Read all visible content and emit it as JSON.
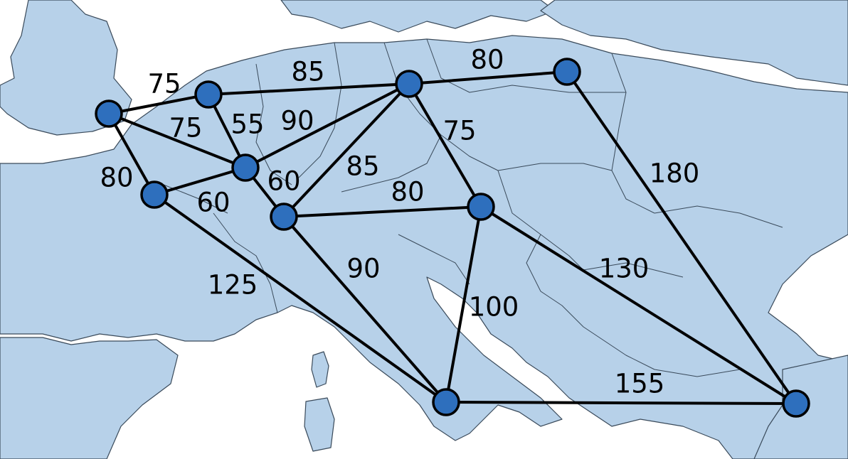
{
  "colors": {
    "land": "#b7d1e9",
    "sea": "#ffffff",
    "edge": "#000000",
    "node": "#2e6fbd",
    "text": "#000000"
  },
  "edges": [
    {
      "from": "n1",
      "to": "n2",
      "weight": "75"
    },
    {
      "from": "n2",
      "to": "n5",
      "weight": "85"
    },
    {
      "from": "n5",
      "to": "n6",
      "weight": "80"
    },
    {
      "from": "n1",
      "to": "n3",
      "weight": "75"
    },
    {
      "from": "n2",
      "to": "n3",
      "weight": "55"
    },
    {
      "from": "n3",
      "to": "n5",
      "weight": "90"
    },
    {
      "from": "n1",
      "to": "n4",
      "weight": "80"
    },
    {
      "from": "n4",
      "to": "n3",
      "weight": "60"
    },
    {
      "from": "n3",
      "to": "n7",
      "weight": "60"
    },
    {
      "from": "n7",
      "to": "n5",
      "weight": "85"
    },
    {
      "from": "n5",
      "to": "n8",
      "weight": "75"
    },
    {
      "from": "n7",
      "to": "n8",
      "weight": "80"
    },
    {
      "from": "n6",
      "to": "n10",
      "weight": "180"
    },
    {
      "from": "n4",
      "to": "n9",
      "weight": "125"
    },
    {
      "from": "n7",
      "to": "n9",
      "weight": "90"
    },
    {
      "from": "n8",
      "to": "n9",
      "weight": "100"
    },
    {
      "from": "n8",
      "to": "n10",
      "weight": "130"
    },
    {
      "from": "n9",
      "to": "n10",
      "weight": "155"
    }
  ]
}
